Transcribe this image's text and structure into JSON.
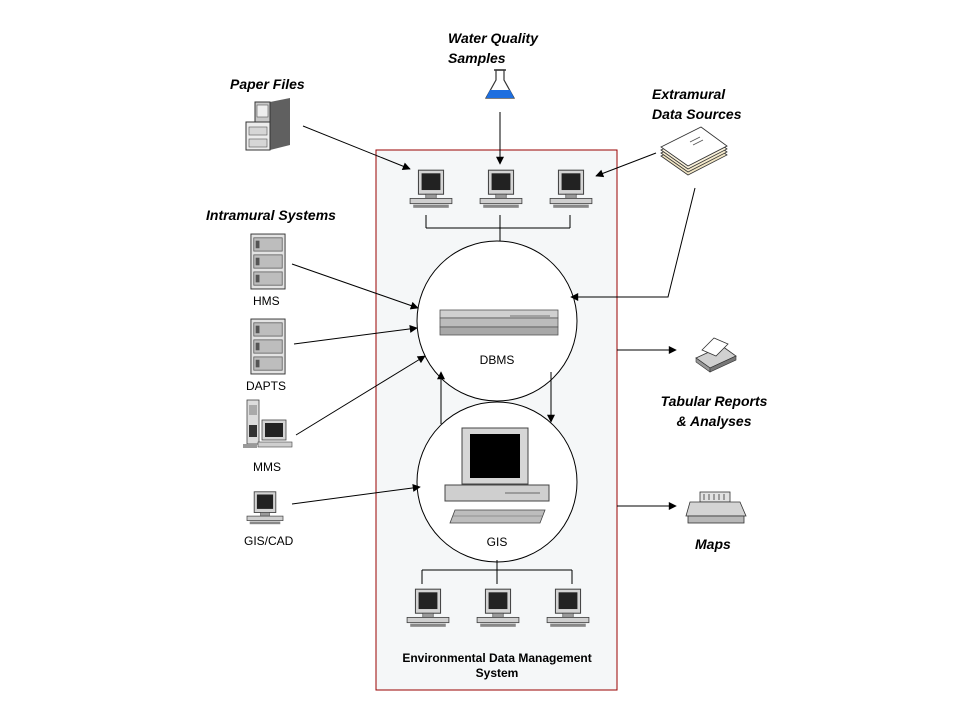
{
  "sources": {
    "water_quality": "Water Quality\nSamples",
    "paper_files": "Paper Files",
    "extramural": "Extramural\nData Sources",
    "intramural": "Intramural Systems"
  },
  "intramural_systems": [
    "HMS",
    "DAPTS",
    "MMS",
    "GIS/CAD"
  ],
  "core": {
    "dbms": "DBMS",
    "gis": "GIS",
    "system_title": "Environmental Data Management\nSystem"
  },
  "outputs": {
    "reports": "Tabular Reports\n& Analyses",
    "maps": "Maps"
  },
  "colors": {
    "frame": "#990000",
    "frame_fill": "#f5f7f8",
    "monitor_screen": "#000000",
    "device_gray": "#c0c0c0",
    "flask_liquid": "#1e6fe0"
  },
  "icons": [
    "flask-icon",
    "file-cabinet-icon",
    "documents-stack-icon",
    "server-icon",
    "workstation-icon",
    "computer-icon",
    "printer-icon",
    "plotter-icon",
    "dbms-server-icon",
    "gis-workstation-icon"
  ]
}
